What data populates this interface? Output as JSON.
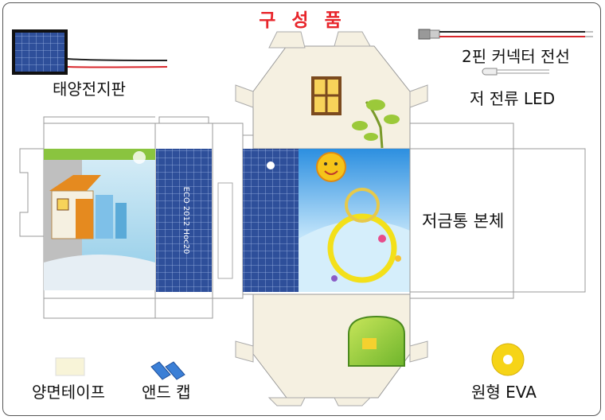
{
  "title": "구 성 품",
  "labels": {
    "solar_panel": "태양전지판",
    "connector": "2핀 커넥터 전선",
    "led": "저 전류 LED",
    "body": "저금통 본체",
    "tape": "양면테이프",
    "end_cap": "앤드 캡",
    "eva": "원형 EVA"
  },
  "panel_text": "ECO 2012 Hoc20",
  "colors": {
    "title": "#e8252b",
    "solar_cell": "#2e4f9a",
    "house_fill": "#f5f0e1",
    "tape_fill": "#f8f4d8",
    "cap_blue": "#3b7fd6",
    "eva_yellow": "#f6d417",
    "wire_red": "#d8262b",
    "wire_black": "#222222"
  },
  "icons": [
    "solar-panel-icon",
    "connector-wire-icon",
    "led-icon",
    "tape-icon",
    "end-cap-icon",
    "eva-ring-icon",
    "sun-icon",
    "window-icon",
    "tree-icon",
    "door-icon"
  ]
}
